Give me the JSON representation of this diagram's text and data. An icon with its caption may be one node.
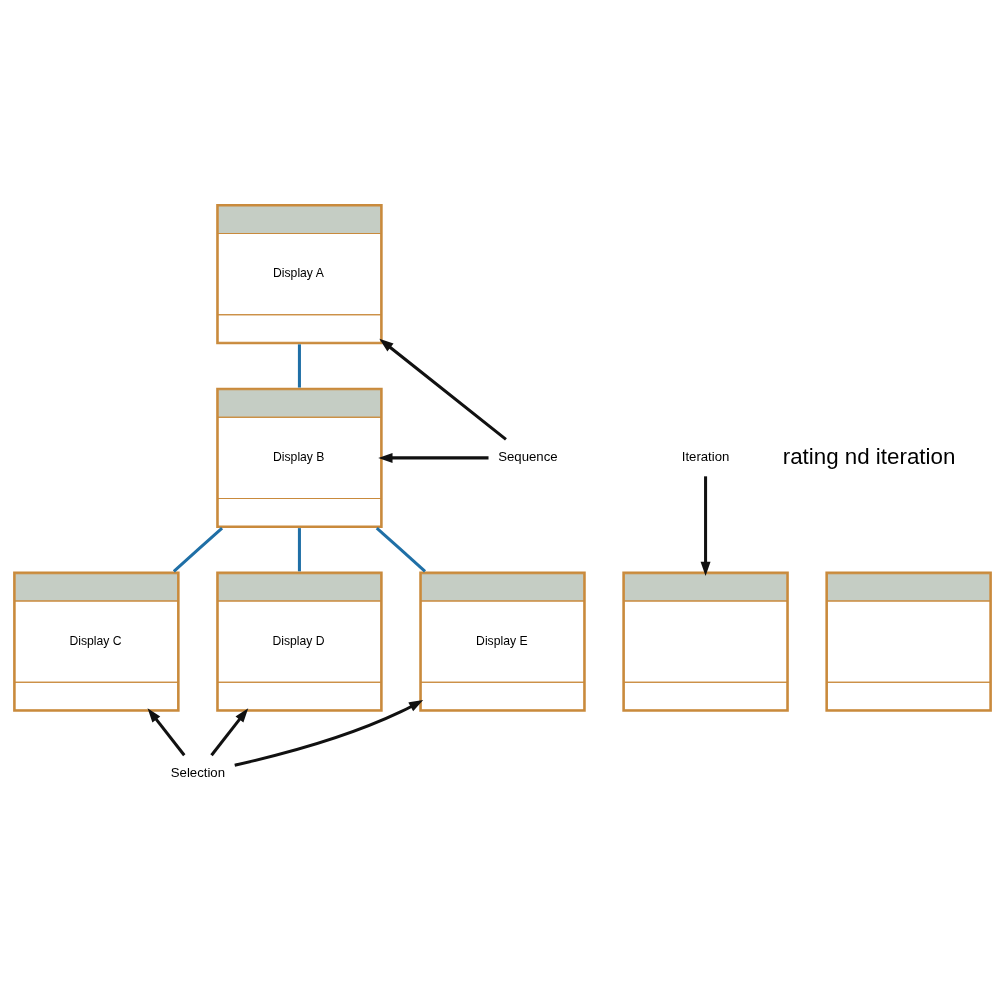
{
  "diagram": {
    "nodes": [
      {
        "text": [
          "Display A"
        ]
      },
      {
        "text": [
          "Display B"
        ]
      },
      {
        "text": [
          "Sequence"
        ]
      },
      {
        "text": [
          "Iteration"
        ]
      },
      {
        "text": [
          "Display C"
        ]
      },
      {
        "text": [
          "Display D"
        ]
      },
      {
        "text": [
          "Display E"
        ]
      },
      {
        "text": [],
        "shape": "box"
      },
      {
        "text": [],
        "shape": "box"
      },
      {
        "text": [
          "Selection"
        ]
      }
    ],
    "edges": [
      {
        "from": 0,
        "to": 1,
        "arrow": "none",
        "color": "#1f6fa6"
      },
      {
        "from": 1,
        "to": 4,
        "arrow": "none",
        "color": "#1f6fa6"
      },
      {
        "from": 1,
        "to": 5,
        "arrow": "none",
        "color": "#1f6fa6"
      },
      {
        "from": 1,
        "to": 6,
        "arrow": "none",
        "color": "#1f6fa6"
      },
      {
        "from": 2,
        "to": 0,
        "arrow": "to"
      },
      {
        "from": 2,
        "to": 1,
        "arrow": "to"
      },
      {
        "from": 3,
        "to": 7,
        "arrow": "to"
      },
      {
        "from": 9,
        "to": 4,
        "arrow": "to"
      },
      {
        "from": 9,
        "to": 5,
        "arrow": "to"
      },
      {
        "from": 9,
        "to": 6,
        "arrow": "to"
      }
    ],
    "labels": [
      "rating nd iteration"
    ]
  }
}
